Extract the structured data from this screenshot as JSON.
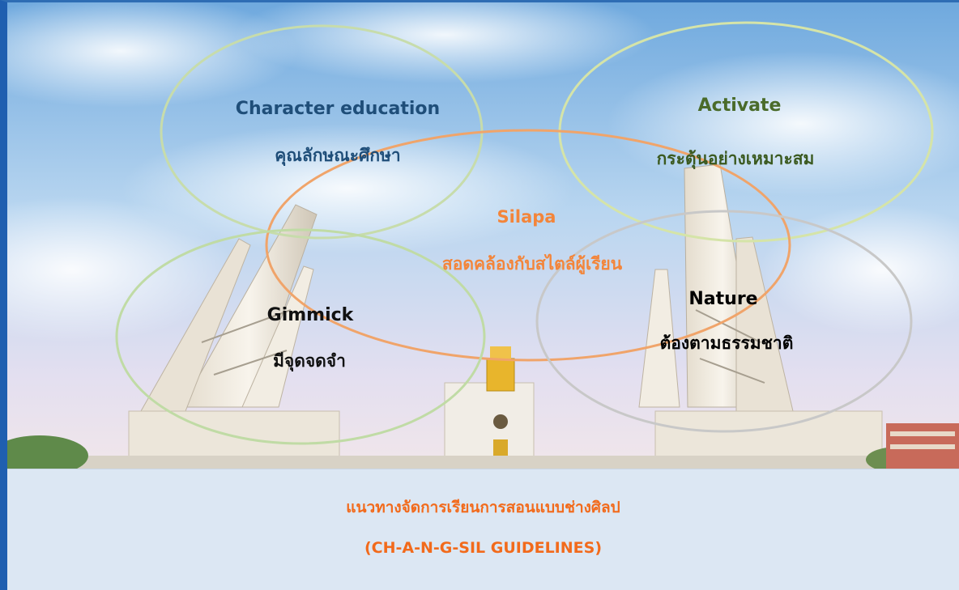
{
  "diagram": {
    "circles": [
      {
        "key": "character",
        "title": "Character education",
        "subtitle": "คุณลักษณะศึกษา",
        "stroke_color": "#c7dcab",
        "title_color": "#1f4e79",
        "subtitle_color": "#1f4e79"
      },
      {
        "key": "activate",
        "title": "Activate",
        "subtitle": "กระตุ้นอย่างเหมาะสม",
        "stroke_color": "#d5e4a8",
        "title_color": "#4a6b2a",
        "subtitle_color": "#3b5a20"
      },
      {
        "key": "silapa",
        "title": "Silapa",
        "subtitle": "สอดคล้องกับสไตล์ผู้เรียน",
        "stroke_color": "#f0a46a",
        "title_color": "#f3853a",
        "subtitle_color": "#f3853a"
      },
      {
        "key": "gimmick",
        "title": "Gimmick",
        "subtitle": "มีจุดจดจำ",
        "stroke_color": "#c0dba5",
        "title_color": "#111111",
        "subtitle_color": "#111111"
      },
      {
        "key": "nature",
        "title": "Nature",
        "subtitle": "ต้องตามธรรมชาติ",
        "stroke_color": "#c8c8c8",
        "title_color": "#000000",
        "subtitle_color": "#000000"
      }
    ]
  },
  "footer": {
    "title_thai": "แนวทางจัดการเรียนการสอนแบบช่างศิลป",
    "title_en": "(CH-A-N-G-SIL GUIDELINES)",
    "text_color": "#f26a1b",
    "background_color": "#dce7f3"
  },
  "colors": {
    "frame_border": "#1f5fb0",
    "sky_top": "#6fa9de",
    "sky_bottom": "#eadcef"
  }
}
